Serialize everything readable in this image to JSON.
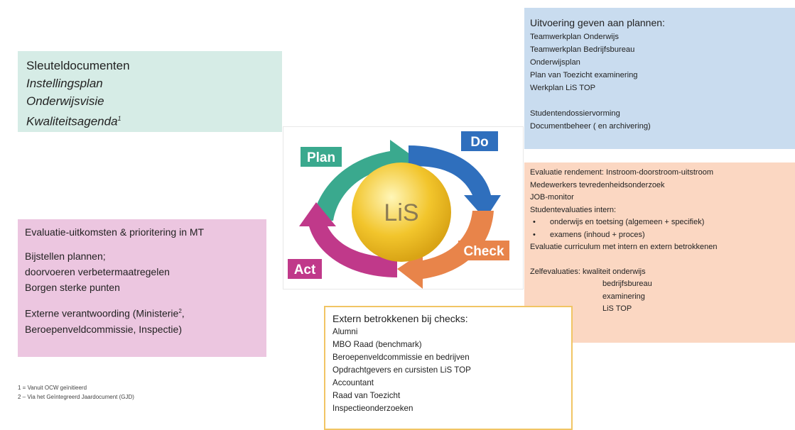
{
  "key_documents": {
    "title": "Sleuteldocumenten",
    "items": [
      "Instellingsplan",
      "Onderwijsvisie",
      "Kwaliteitsagenda"
    ],
    "footnote_mark": "1"
  },
  "evaluation_outcomes": {
    "title": "Evaluatie-uitkomsten & prioritering in MT",
    "adjust_lines": [
      "Bijstellen plannen;",
      "doorvoeren verbetermaatregelen",
      "Borgen sterke punten"
    ],
    "external_line_1": "Externe verantwoording (Ministerie",
    "external_mark": "2",
    "external_line_1_end": ",",
    "external_line_2": "Beroepenveldcommissie, Inspectie)"
  },
  "footnotes": [
    "1 = Vanuit OCW geïnitieerd",
    "2 – Via het Geïntegreerd Jaardocument (GJD)"
  ],
  "execution": {
    "title": "Uitvoering geven aan plannen:",
    "items": [
      "Teamwerkplan Onderwijs",
      "Teamwerkplan Bedrijfsbureau",
      "Onderwijsplan",
      "Plan van Toezicht examinering",
      "Werkplan LiS TOP"
    ],
    "items_2": [
      "Studentendossiervorming",
      "Documentbeheer ( en archivering)"
    ]
  },
  "evaluation": {
    "lines": [
      "Evaluatie rendement: Instroom-doorstroom-uitstroom",
      "Medewerkers tevredenheidsonderzoek",
      "JOB-monitor",
      "Studentevaluaties intern:"
    ],
    "bullets": [
      "onderwijs en toetsing (algemeen + specifiek)",
      "examens (inhoud + proces)"
    ],
    "curriculum": "Evaluatie curriculum met intern en extern betrokkenen",
    "self_label": "Zelfevaluaties: kwaliteit onderwijs",
    "self_items": [
      "bedrijfsbureau",
      "examinering",
      "LiS TOP"
    ]
  },
  "external": {
    "title": "Extern betrokkenen bij checks:",
    "items": [
      "Alumni",
      "MBO Raad (benchmark)",
      "Beroepenveldcommissie en bedrijven",
      "Opdrachtgevers en cursisten LiS TOP",
      "Accountant",
      "Raad van Toezicht",
      "Inspectieonderzoeken"
    ]
  },
  "cycle": {
    "center": "LiS",
    "plan": "Plan",
    "do": "Do",
    "check": "Check",
    "act": "Act",
    "colors": {
      "plan": "#3aa98e",
      "do": "#2f6fbd",
      "check": "#e8844a",
      "act": "#c0398a",
      "center": "#f2c52c",
      "label_text": "#ffffff",
      "center_text": "#8a7a54"
    }
  }
}
